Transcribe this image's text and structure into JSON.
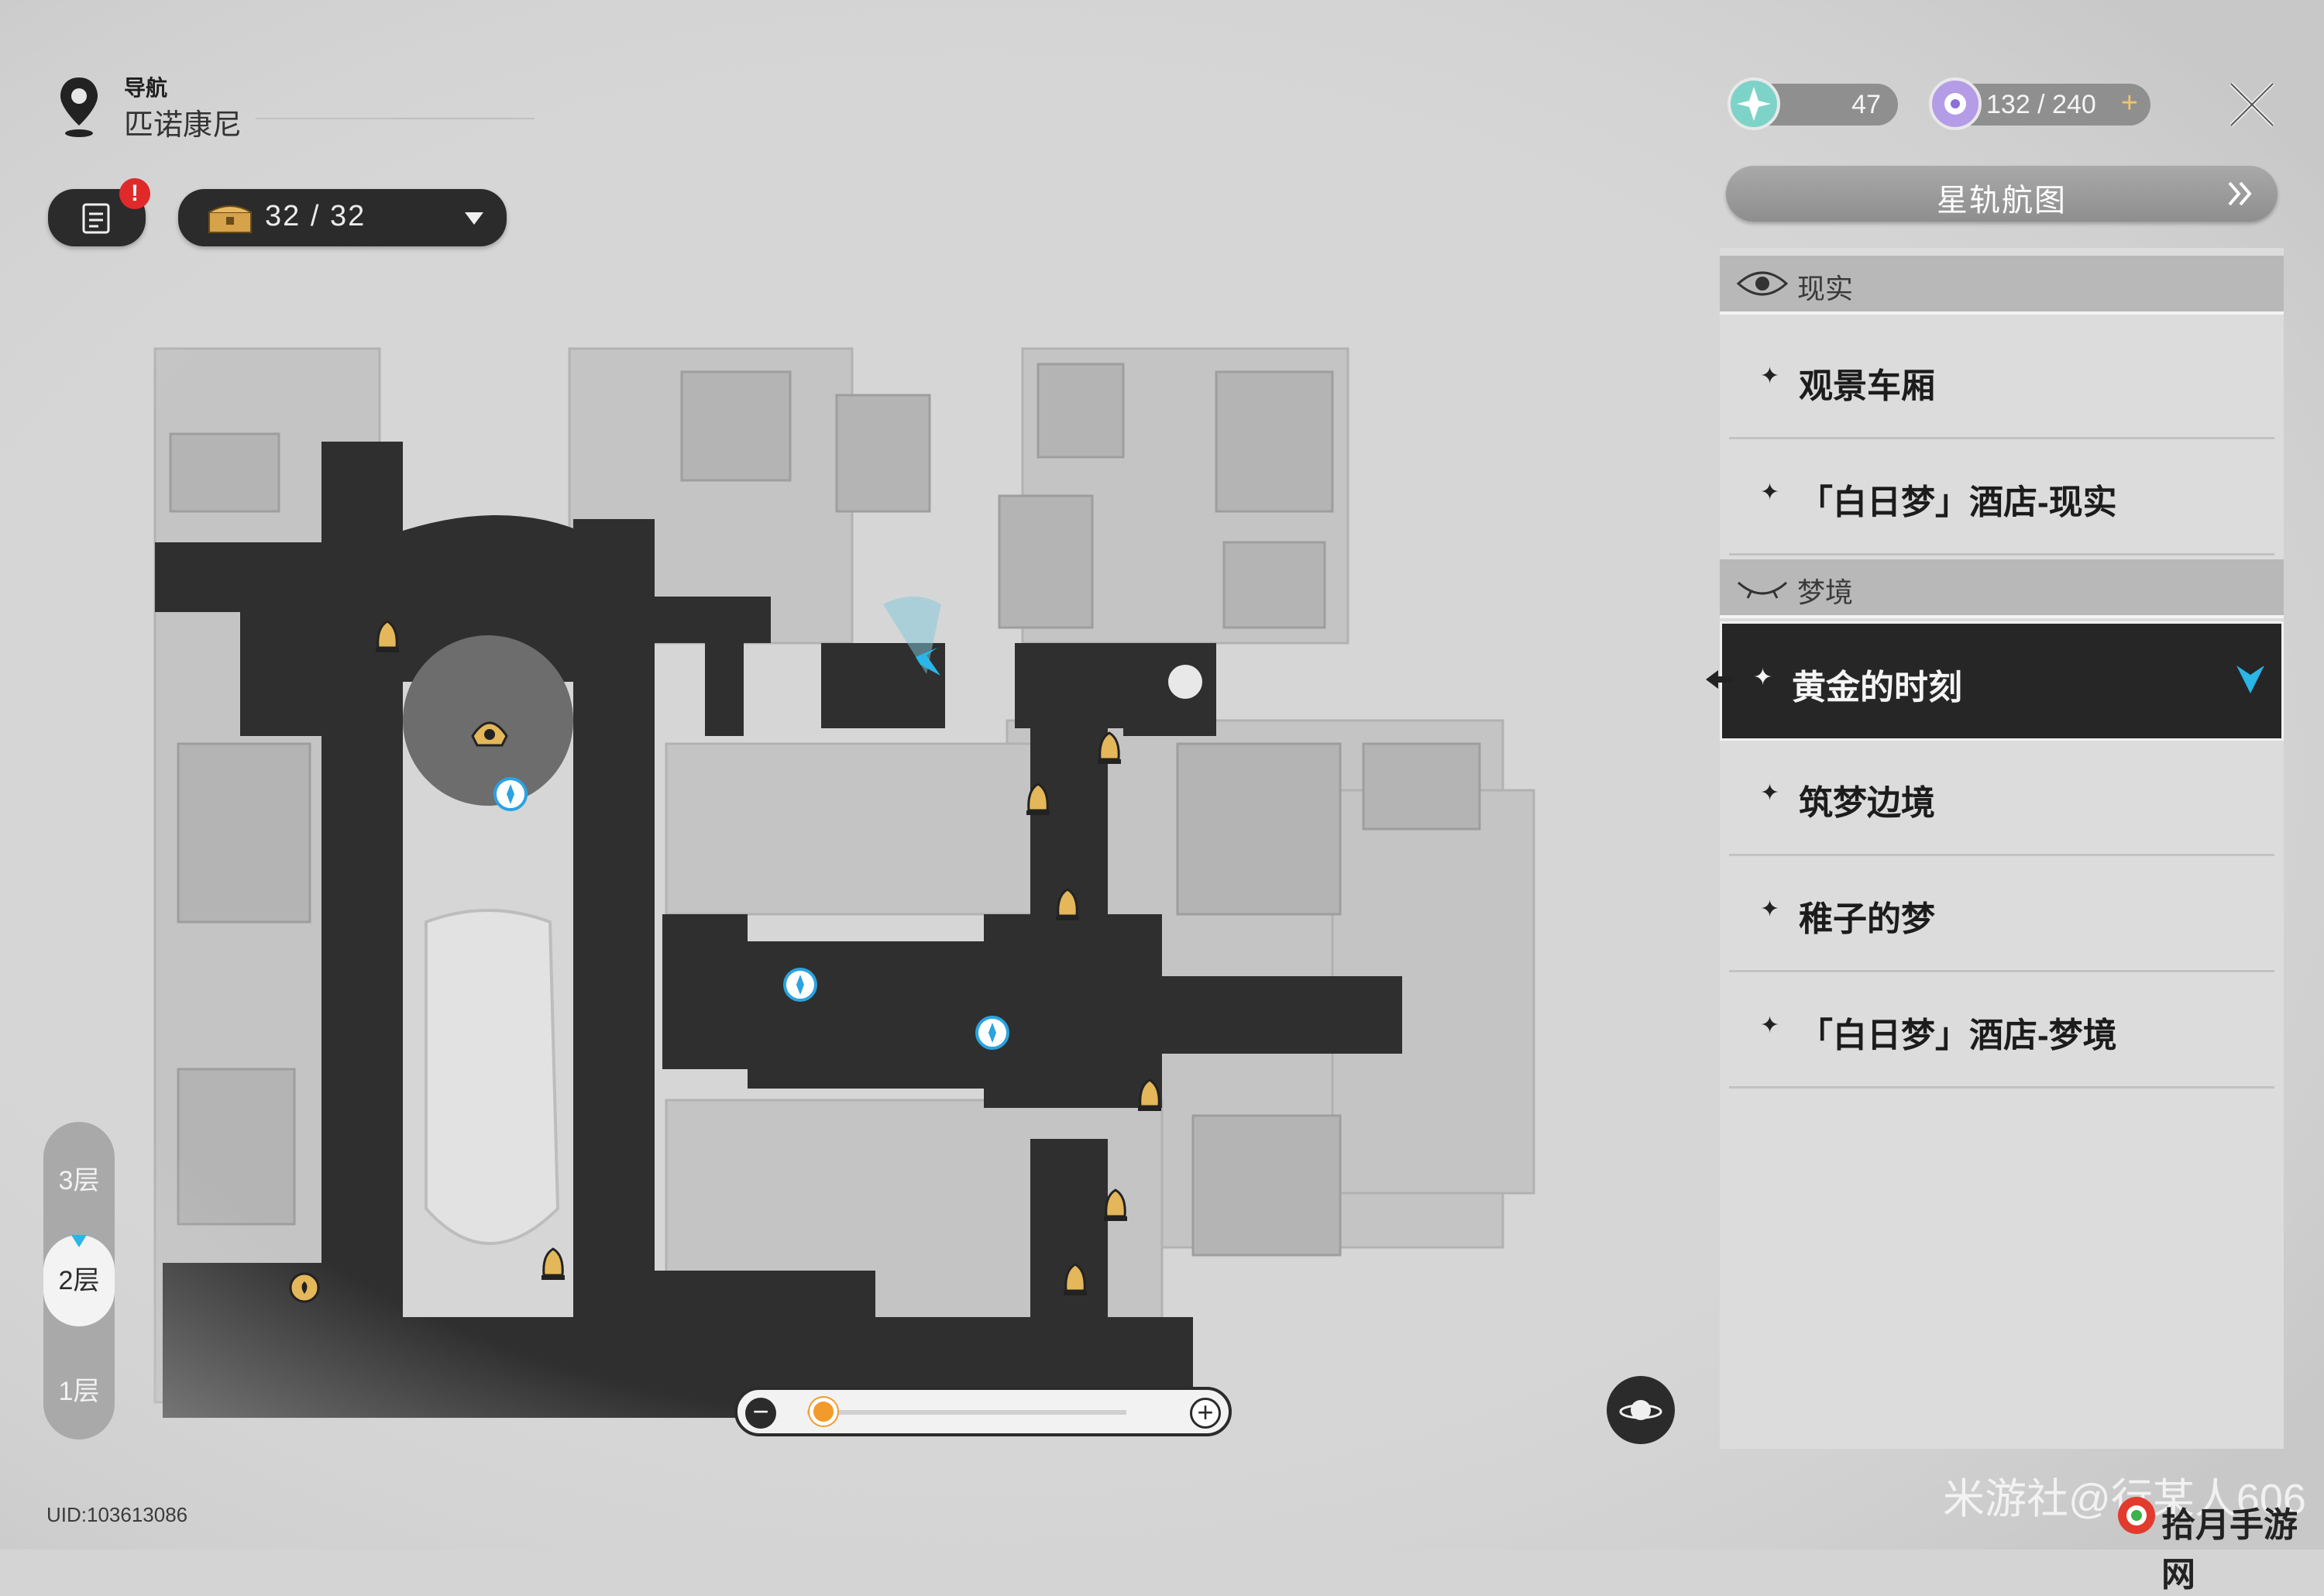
{
  "header": {
    "nav_title": "导航",
    "region_name": "匹诺康尼"
  },
  "task_button": {
    "badge": "!"
  },
  "treasure": {
    "count": "32 / 32"
  },
  "currencies": [
    {
      "name": "stellar-jade-reserve",
      "value": "47"
    },
    {
      "name": "trailblaze-power",
      "value": "132 / 240",
      "add": "+"
    }
  ],
  "atlas_button": {
    "label": "星轨航图"
  },
  "sections": [
    {
      "label": "现实",
      "items": [
        "观景车厢",
        "「白日梦」酒店-现实"
      ]
    },
    {
      "label": "梦境",
      "items": [
        "黄金的时刻",
        "筑梦边境",
        "稚子的梦",
        "「白日梦」酒店-梦境"
      ]
    }
  ],
  "selected_location": "黄金的时刻",
  "floors": {
    "items": [
      "3层",
      "2层",
      "1层"
    ],
    "current": "2层"
  },
  "zoom": {
    "minus": "−",
    "plus": "+",
    "level": 0.05
  },
  "uid": "UID:103613086",
  "watermarks": {
    "miyoushe": "米游社@行某人606",
    "site": "拾月手游网"
  },
  "colors": {
    "accent": "#29b6e8",
    "zoom_knob": "#f29a2c",
    "badge": "#e02a2a",
    "dark": "#262626"
  }
}
